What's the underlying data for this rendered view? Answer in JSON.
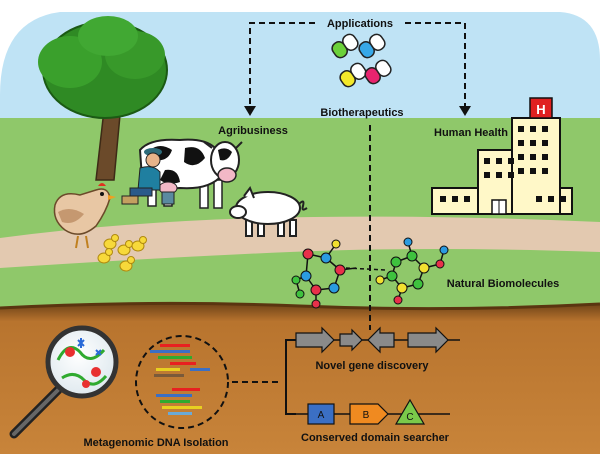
{
  "labels": {
    "applications": "Applications",
    "agribusiness": "Agribusiness",
    "biotherapeutics": "Biotherapeutics",
    "human_health": "Human Health",
    "natural_biomolecules": "Natural Biomolecules",
    "novel_gene_discovery": "Novel gene discovery",
    "metagenomic_dna_isolation": "Metagenomic DNA Isolation",
    "conserved_domain_searcher": "Conserved domain searcher",
    "domain_a": "A",
    "domain_b": "B",
    "domain_c": "C",
    "hospital_sign": "H"
  },
  "colors": {
    "sky": "#bfe3f5",
    "grass": "#8fc86a",
    "path": "#e3c9b0",
    "soil": "#b8742e",
    "soil_dark": "#7a4a1c",
    "hospital_sign": "#e02020"
  },
  "icons": [
    "tree",
    "cow",
    "farmer",
    "chicken",
    "chicks",
    "pig",
    "capsules",
    "hospital",
    "molecule",
    "magnifier",
    "dna-fragments",
    "gene-arrows",
    "domain-blocks"
  ]
}
